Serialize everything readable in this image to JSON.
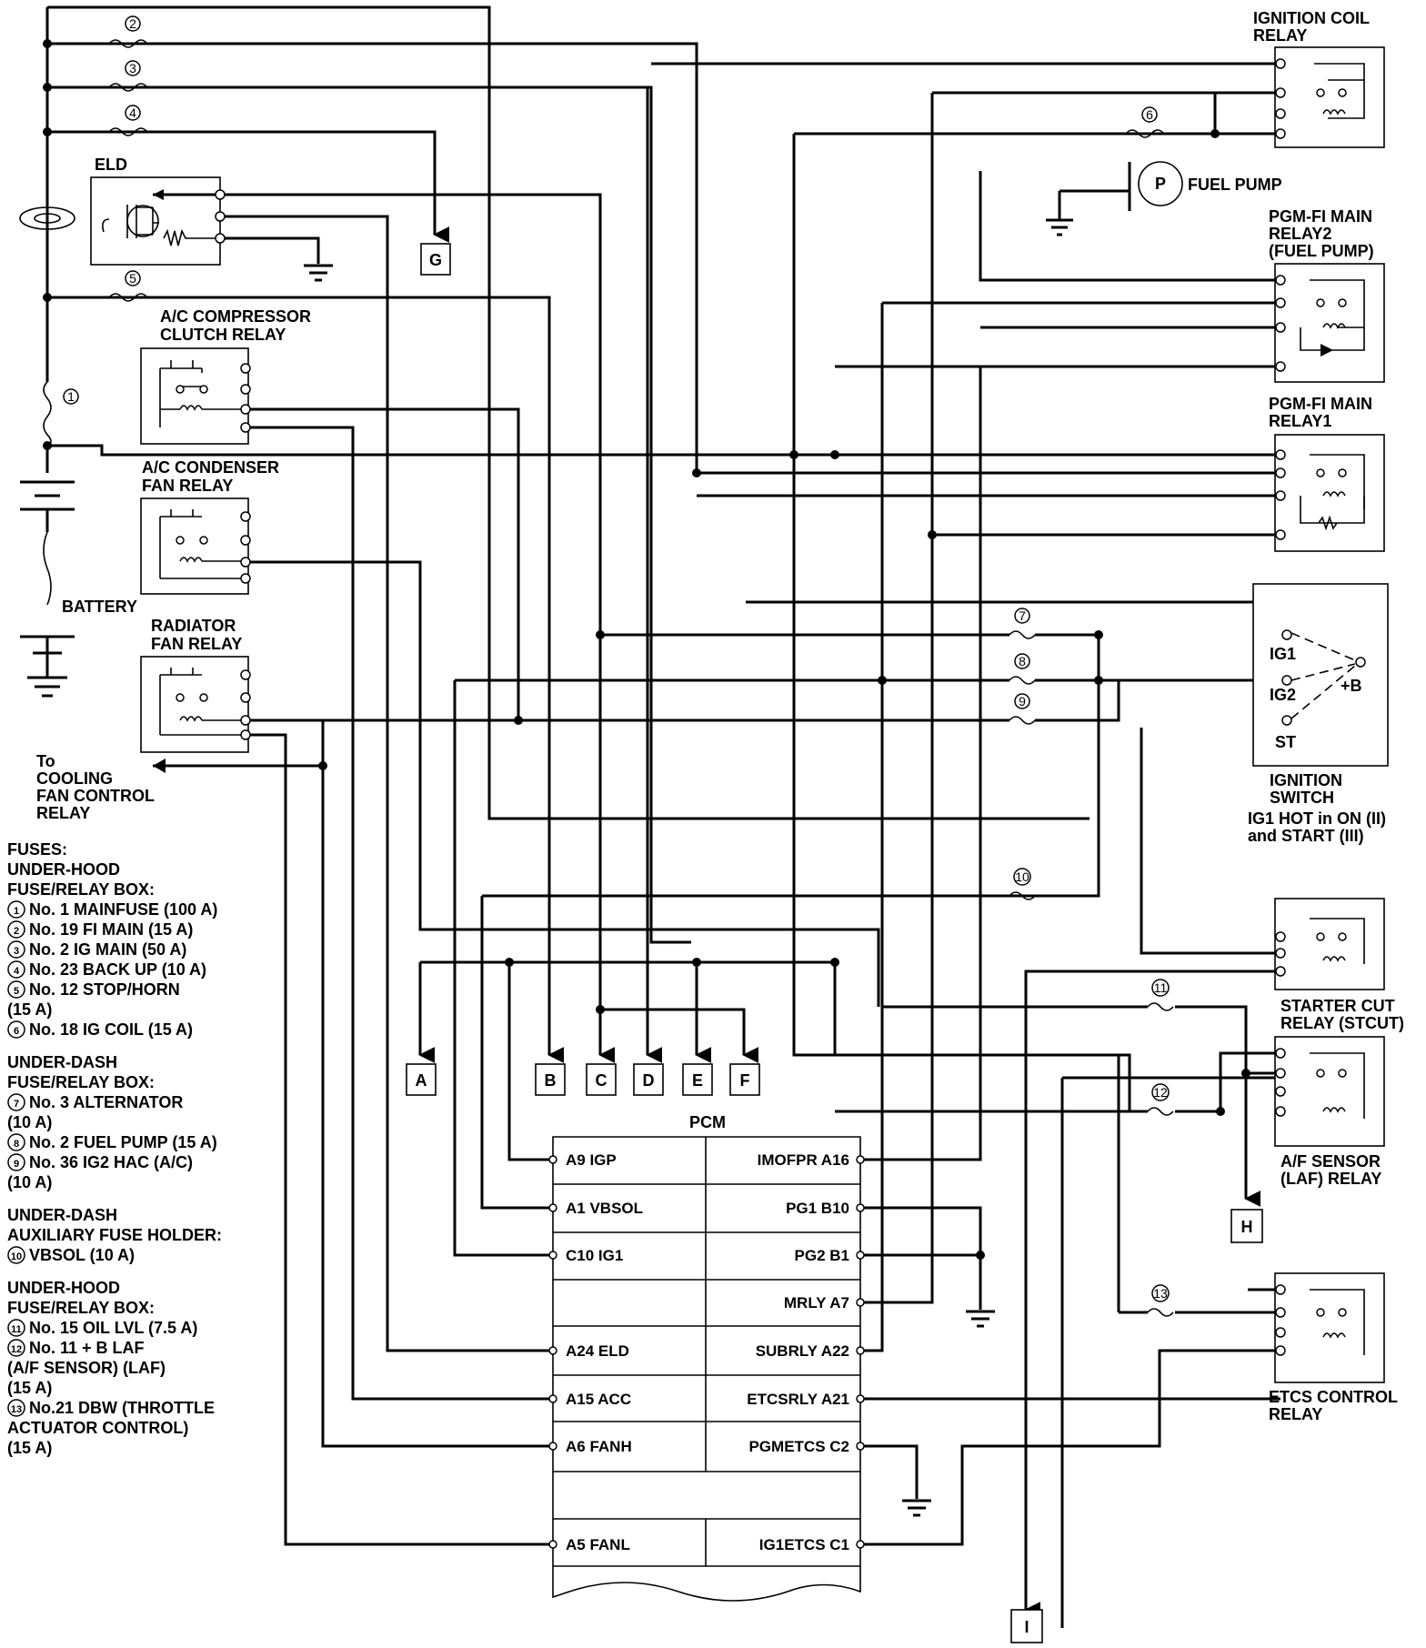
{
  "relays": {
    "ignition_coil": [
      "IGNITION COIL",
      "RELAY"
    ],
    "pgmfi_main2": [
      "PGM-FI MAIN",
      "RELAY2",
      "(FUEL PUMP)"
    ],
    "pgmfi_main1": [
      "PGM-FI MAIN",
      "RELAY1"
    ],
    "starter_cut": [
      "STARTER CUT",
      "RELAY (STCUT)"
    ],
    "af_sensor": [
      "A/F SENSOR",
      "(LAF) RELAY"
    ],
    "etcs_control": [
      "ETCS CONTROL",
      "RELAY"
    ],
    "ac_compressor": [
      "A/C COMPRESSOR",
      "CLUTCH RELAY"
    ],
    "ac_condenser": [
      "A/C CONDENSER",
      "FAN RELAY"
    ],
    "radiator_fan": [
      "RADIATOR",
      "FAN RELAY"
    ]
  },
  "components": {
    "eld": "ELD",
    "fuel_pump": "FUEL PUMP",
    "fuel_pump_symbol": "P",
    "battery": "BATTERY",
    "cooling": [
      "To",
      "COOLING",
      "FAN CONTROL",
      "RELAY"
    ],
    "pcm": "PCM"
  },
  "ignition_switch": {
    "ig1": "IG1",
    "ig2": "IG2",
    "st": "ST",
    "b": "+B",
    "title": [
      "IGNITION",
      "SWITCH"
    ],
    "note": [
      "IG1 HOT in ON (II)",
      "and START (III)"
    ]
  },
  "fuse_numbers": [
    "1",
    "2",
    "3",
    "4",
    "5",
    "6",
    "7",
    "8",
    "9",
    "10",
    "11",
    "12",
    "13"
  ],
  "connectors": [
    "A",
    "B",
    "C",
    "D",
    "E",
    "F",
    "G",
    "H",
    "I"
  ],
  "pcm_pins_left": [
    "A9 IGP",
    "A1 VBSOL",
    "C10 IG1",
    "",
    "A24 ELD",
    "A15 ACC",
    "A6 FANH",
    "",
    "A5 FANL"
  ],
  "pcm_pins_right": [
    "IMOFPR A16",
    "PG1 B10",
    "PG2 B1",
    "MRLY A7",
    "SUBRLY A22",
    "ETCSRLY A21",
    "PGMETCS C2",
    "",
    "IG1ETCS C1"
  ],
  "legend": {
    "header": "FUSES:",
    "groups": [
      {
        "title": [
          "UNDER-HOOD",
          "FUSE/RELAY BOX:"
        ],
        "items": [
          {
            "num": "1",
            "lines": [
              "No. 1 MAINFUSE (100 A)"
            ]
          },
          {
            "num": "2",
            "lines": [
              "No. 19 FI MAIN (15 A)"
            ]
          },
          {
            "num": "3",
            "lines": [
              "No. 2 IG MAIN (50 A)"
            ]
          },
          {
            "num": "4",
            "lines": [
              "No. 23 BACK UP (10 A)"
            ]
          },
          {
            "num": "5",
            "lines": [
              "No. 12 STOP/HORN",
              "(15 A)"
            ]
          },
          {
            "num": "6",
            "lines": [
              "No. 18 IG COIL (15 A)"
            ]
          }
        ]
      },
      {
        "title": [
          "UNDER-DASH",
          "FUSE/RELAY BOX:"
        ],
        "items": [
          {
            "num": "7",
            "lines": [
              "No. 3 ALTERNATOR",
              "(10 A)"
            ]
          },
          {
            "num": "8",
            "lines": [
              "No. 2 FUEL PUMP (15 A)"
            ]
          },
          {
            "num": "9",
            "lines": [
              "No. 36 IG2 HAC (A/C)",
              "(10 A)"
            ]
          }
        ]
      },
      {
        "title": [
          "UNDER-DASH",
          "AUXILIARY FUSE HOLDER:"
        ],
        "items": [
          {
            "num": "10",
            "lines": [
              "VBSOL (10 A)"
            ]
          }
        ]
      },
      {
        "title": [
          "UNDER-HOOD",
          "FUSE/RELAY BOX:"
        ],
        "items": [
          {
            "num": "11",
            "lines": [
              "No. 15 OIL LVL (7.5 A)"
            ]
          },
          {
            "num": "12",
            "lines": [
              "No. 11  + B LAF",
              "(A/F SENSOR) (LAF)",
              "(15 A)"
            ]
          },
          {
            "num": "13",
            "lines": [
              "No.21 DBW (THROTTLE",
              "ACTUATOR CONTROL)",
              " (15 A)"
            ]
          }
        ]
      }
    ]
  }
}
